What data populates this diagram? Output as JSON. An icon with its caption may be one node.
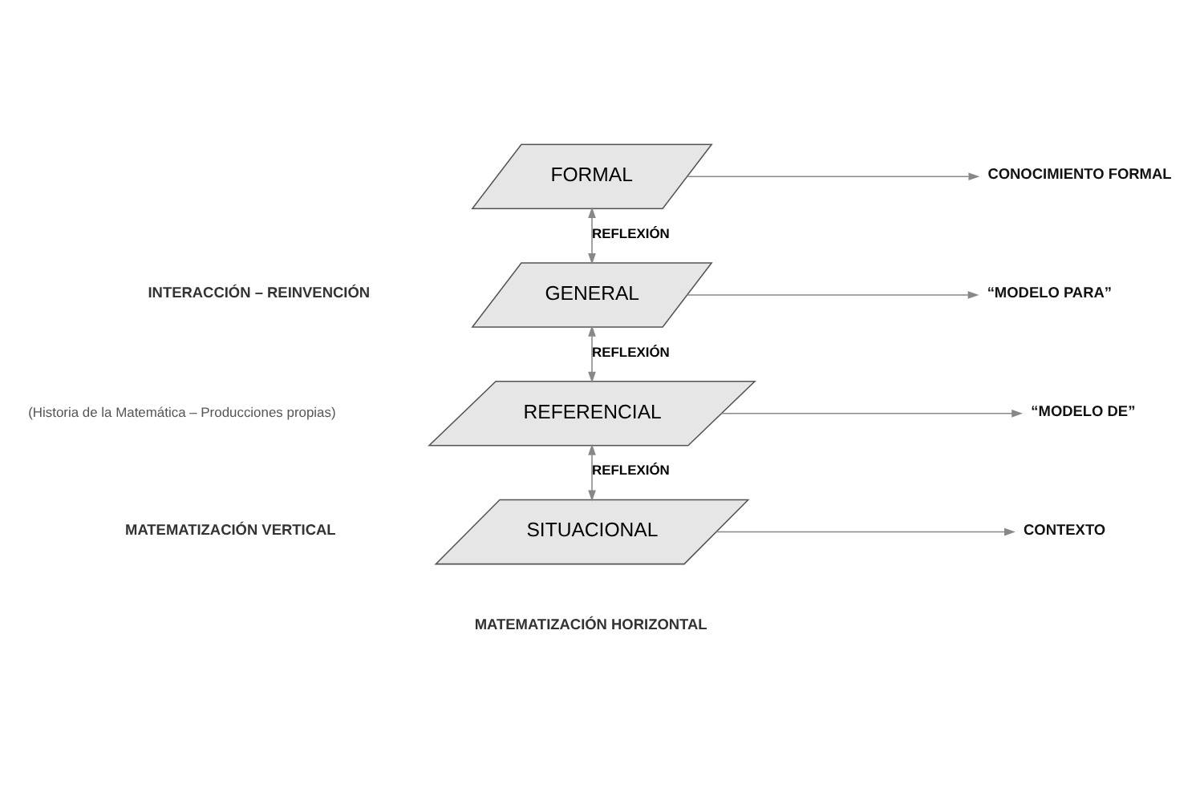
{
  "diagram": {
    "nodes": [
      {
        "text": [
          "FORMAL"
        ]
      },
      {
        "text": [
          "CONOCIMIENTO FORMAL"
        ]
      },
      {
        "text": [
          "GENERAL"
        ]
      },
      {
        "text": [
          "“MODELO PARA”"
        ]
      },
      {
        "text": [
          "REFERENCIAL"
        ]
      },
      {
        "text": [
          "“MODELO DE”"
        ]
      },
      {
        "text": [
          "SITUACIONAL"
        ]
      },
      {
        "text": [
          "CONTEXTO"
        ]
      }
    ],
    "edges": [
      {
        "from": 0,
        "to": 1,
        "arrow": "to"
      },
      {
        "from": 0,
        "to": 2,
        "arrow": "both",
        "label": "REFLEXIÓN"
      },
      {
        "from": 2,
        "to": 3,
        "arrow": "to"
      },
      {
        "from": 2,
        "to": 4,
        "arrow": "both",
        "label": "REFLEXIÓN"
      },
      {
        "from": 4,
        "to": 5,
        "arrow": "to"
      },
      {
        "from": 4,
        "to": 6,
        "arrow": "both",
        "label": "REFLEXIÓN"
      },
      {
        "from": 6,
        "to": 7,
        "arrow": "to"
      }
    ],
    "labels": [
      "INTERACCIÓN – REINVENCIÓN",
      "(Historia de la Matemática – Producciones propias)",
      "MATEMATIZACIÓN VERTICAL",
      "MATEMATIZACIÓN HORIZONTAL"
    ]
  }
}
